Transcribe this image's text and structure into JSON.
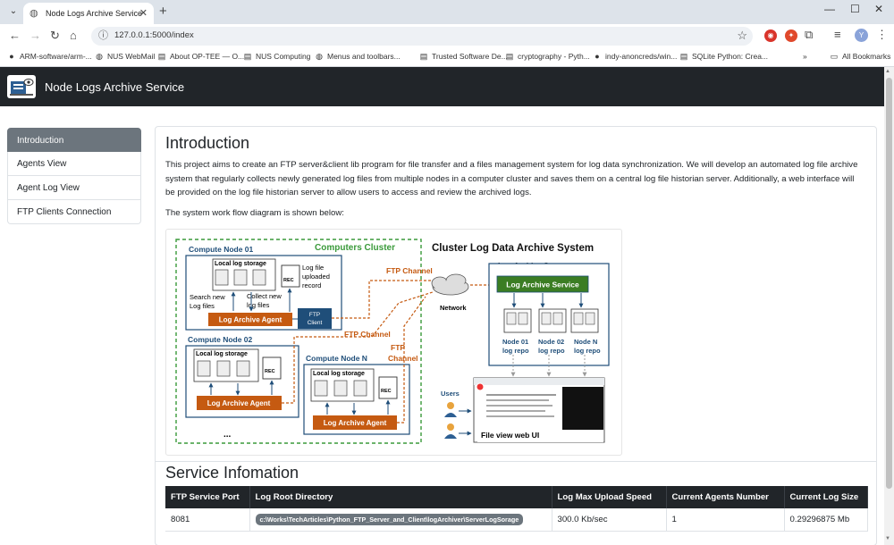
{
  "browser": {
    "tab_title": "Node Logs Archive Service",
    "url": "127.0.0.1:5000/index",
    "avatar_letter": "Y",
    "bookmarks": [
      {
        "label": "ARM-software/arm-...",
        "icon": "github-icon"
      },
      {
        "label": "NUS WebMail",
        "icon": "globe-icon"
      },
      {
        "label": "About OP-TEE — O...",
        "icon": "page-icon"
      },
      {
        "label": "NUS Computing",
        "icon": "page-icon"
      },
      {
        "label": "Menus and toolbars...",
        "icon": "globe-icon"
      },
      {
        "label": "Trusted Software De...",
        "icon": "page-icon"
      },
      {
        "label": "cryptography - Pyth...",
        "icon": "page-icon"
      },
      {
        "label": "indy-anoncreds/win...",
        "icon": "github-icon"
      },
      {
        "label": "SQLite Python: Crea...",
        "icon": "page-icon"
      }
    ],
    "all_bookmarks_label": "All Bookmarks",
    "overflow_label": "»"
  },
  "app": {
    "title": "Node Logs Archive Service"
  },
  "sidebar": {
    "items": [
      {
        "label": "Introduction",
        "active": true
      },
      {
        "label": "Agents View",
        "active": false
      },
      {
        "label": "Agent Log View",
        "active": false
      },
      {
        "label": "FTP Clients Connection",
        "active": false
      }
    ]
  },
  "intro": {
    "heading": "Introduction",
    "paragraph": "This project aims to create an FTP server&client lib program for file transfer and a files management system for log data synchronization. We will develop an automated log file archive system that regularly collects newly generated log files from multiple nodes in a computer cluster and saves them on a central log file historian server. Additionally, a web interface will be provided on the log file historian server to allow users to access and review the archived logs.",
    "flow_label": "The system work flow diagram is shown below:"
  },
  "diagram": {
    "title": "Cluster Log Data Archive System",
    "cluster_label": "Computers Cluster",
    "node1": "Compute Node 01",
    "node2": "Compute Node 02",
    "nodeN": "Compute Node N",
    "local_storage": "Local log storage",
    "agent": "Log Archive Agent",
    "rec": "REC",
    "record_l1": "Log file",
    "record_l2": "uploaded",
    "record_l3": "record",
    "search_l1": "Search new",
    "search_l2": "Log files",
    "collect_l1": "Collect new",
    "collect_l2": "log files",
    "ftp_client_l1": "FTP",
    "ftp_client_l2": "Client",
    "ftp_channel": "FTP Channel",
    "ftp_channel_l1": "FTP",
    "ftp_channel_l2": "Channel",
    "network": "Network",
    "server_label": "Log Archive Server",
    "service_label": "Log Archive Service",
    "repo1_l1": "Node 01",
    "repo1_l2": "log repo",
    "repo2_l1": "Node 02",
    "repo2_l2": "log repo",
    "repoN_l1": "Node N",
    "repoN_l2": "log repo",
    "users": "Users",
    "webui": "File view web UI",
    "ellipsis": "..."
  },
  "service": {
    "heading": "Service Infomation",
    "columns": [
      "FTP Service Port",
      "Log Root Directory",
      "Log Max Upload Speed",
      "Current Agents Number",
      "Current Log Size"
    ],
    "row": {
      "port": "8081",
      "root_dir": "c:\\Works\\TechArticles\\Python_FTP_Server_and_Client\\logArchiver\\ServerLogSorage",
      "speed": "300.0 Kb/sec",
      "agents": "1",
      "size": "0.29296875 Mb"
    }
  },
  "colors": {
    "navbar": "#212529",
    "active_nav": "#6c757d",
    "agent_orange": "#c55a11",
    "service_green": "#3b7d23",
    "node_blue": "#1f4e79",
    "ftp_red": "#c55a11",
    "cluster_green": "#3a9a3a"
  }
}
